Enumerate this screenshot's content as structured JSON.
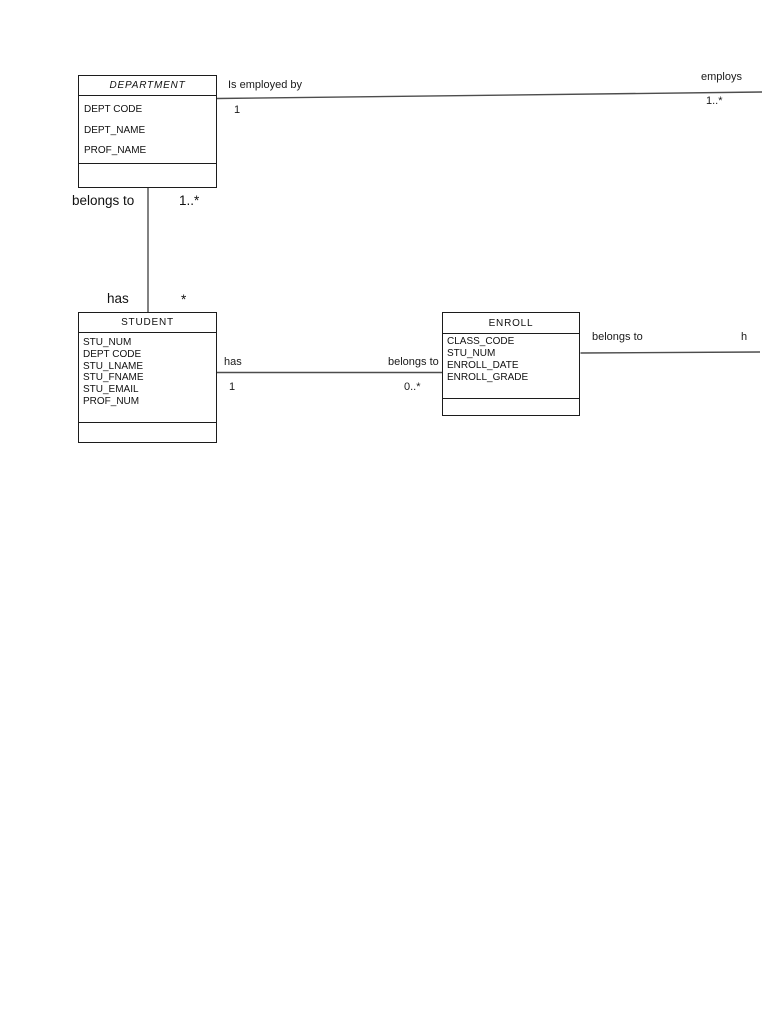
{
  "diagram": {
    "type": "uml-class-diagram",
    "entities": [
      {
        "name": "DEPARTMENT",
        "attributes": [
          "DEPT CODE",
          "DEPT_NAME",
          "PROF_NAME"
        ]
      },
      {
        "name": "STUDENT",
        "attributes": [
          "STU_NUM",
          "DEPT CODE",
          "STU_LNAME",
          "STU_FNAME",
          "STU_EMAIL",
          "PROF_NUM"
        ]
      },
      {
        "name": "ENROLL",
        "attributes": [
          "CLASS_CODE",
          "STU_NUM",
          "ENROLL_DATE",
          "ENROLL_GRADE"
        ]
      }
    ],
    "relationships": {
      "department_professor": {
        "label_left": "Is employed by",
        "mult_left": "1",
        "label_right": "employs",
        "mult_right": "1..*"
      },
      "department_student": {
        "label_top": "belongs to",
        "mult_top": "1..*",
        "label_bottom": "has",
        "mult_bottom": "*"
      },
      "student_enroll": {
        "label_left": "has",
        "mult_left": "1",
        "label_right": "belongs to",
        "mult_right": "0..*"
      },
      "enroll_class": {
        "label_left": "belongs to",
        "label_right_partial": "h"
      }
    },
    "colors": {
      "background": "#ffffff",
      "line": "#4d4d4d",
      "border": "#1c1c1c",
      "text": "#1a1a1a"
    }
  }
}
